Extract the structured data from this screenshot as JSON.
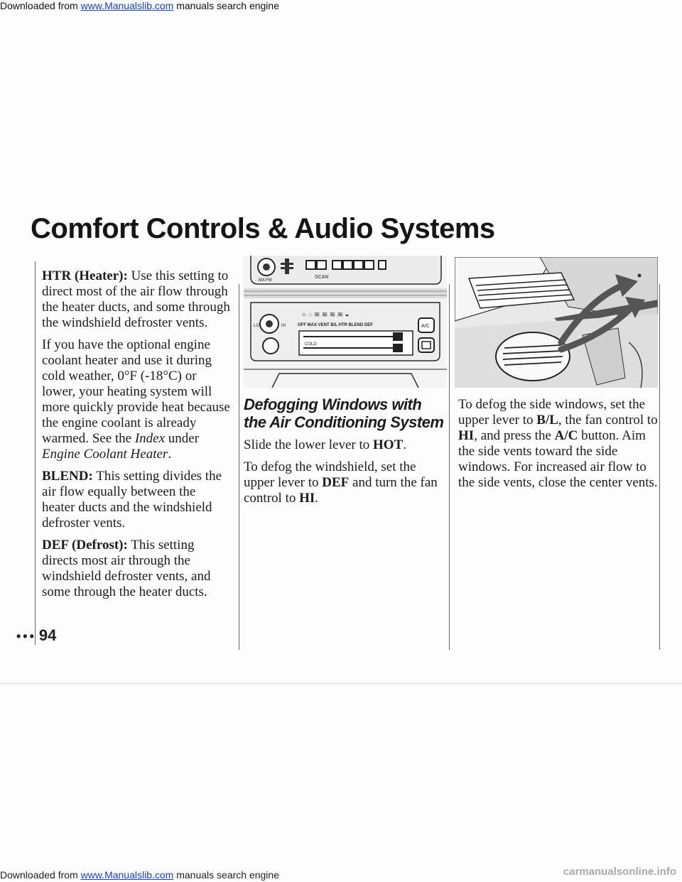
{
  "banner": {
    "prefix": "Downloaded from",
    "link": "www.Manualslib.com",
    "suffix": "manuals search engine"
  },
  "watermark": "carmanualsonline.info",
  "page": {
    "title": "Comfort Controls & Audio Systems",
    "number": "94"
  },
  "left_column": {
    "htr_label": "HTR (Heater):",
    "htr_text": "Use this setting to direct most of the air flow through the heater ducts, and some through the windshield defroster vents.",
    "coolant_text_1": "If you have the optional engine coolant heater and use it during cold weather, 0°F (-18°C) or lower, your heating system will more quickly provide heat because the engine coolant is already warmed. See the",
    "coolant_index": "Index",
    "coolant_under": "under",
    "coolant_engine": "Engine Coolant Heater",
    "coolant_end": ".",
    "blend_label": "BLEND:",
    "blend_text": "This setting divides the air flow equally between the heater ducts and the windshield defroster vents.",
    "def_label": "DEF (Defrost):",
    "def_text": "This setting directs most air through the windshield defroster vents, and some through the heater ducts."
  },
  "middle_column": {
    "heading": "Defogging Windows with the Air Conditioning System",
    "p1_text": "Slide the lower lever to",
    "p1_bold": "HOT",
    "p1_end": ".",
    "p2_a": "To defog the windshield, set the upper lever to",
    "p2_b": "DEF",
    "p2_c": "and turn the fan control to",
    "p2_d": "HI",
    "p2_e": "."
  },
  "right_column": {
    "a": "To defog the side windows, set the upper lever to",
    "b": "B/L",
    "c": ", the fan control to",
    "d": "HI",
    "e": ", and press the",
    "f": "A/C",
    "g": "button. Aim the side vents toward the side windows. For increased air flow to the side vents, close the center vents."
  },
  "figure_left": {
    "scan_label": "SCAN",
    "am_fm_label": "AM-FM",
    "lo_label": "LO",
    "hi_label": "HI",
    "mode_labels": "OFF MAX VENT B/L HTR BLEND DEF",
    "cold_label": "COLD",
    "ac_label": "A/C"
  },
  "colors": {
    "link": "#1a3fbf",
    "text": "#1c1c1c",
    "figure_line": "#2a2a2a"
  }
}
